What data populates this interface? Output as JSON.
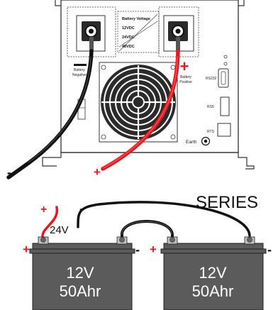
{
  "inverter": {
    "voltage_plate": {
      "title": "Battery Voltage",
      "options": [
        "12VDC",
        "24VDC",
        "48VDC"
      ]
    },
    "neg_terminal_label": [
      "Battery",
      "Negative"
    ],
    "pos_terminal_label": [
      "Battery",
      "Positive"
    ],
    "rs232_label": "RS232",
    "rs485_label": "RS5",
    "rts_label": "RTS",
    "earth_label": "Earth",
    "neg_sign": "-",
    "pos_sign": "+",
    "pos_terminal_mark": "+"
  },
  "wiring": {
    "config_label": "SERIES",
    "system_voltage": "24V",
    "in_plus": "+",
    "in_minus": "-"
  },
  "batteries": [
    {
      "voltage": "12V",
      "capacity": "50Ahr",
      "plus": "+",
      "minus": "-"
    },
    {
      "voltage": "12V",
      "capacity": "50Ahr",
      "plus": "+",
      "minus": "-"
    }
  ],
  "colors": {
    "positive_cable": "#e8181e",
    "negative_cable": "#111111",
    "battery_body": "#5b5b5b"
  }
}
